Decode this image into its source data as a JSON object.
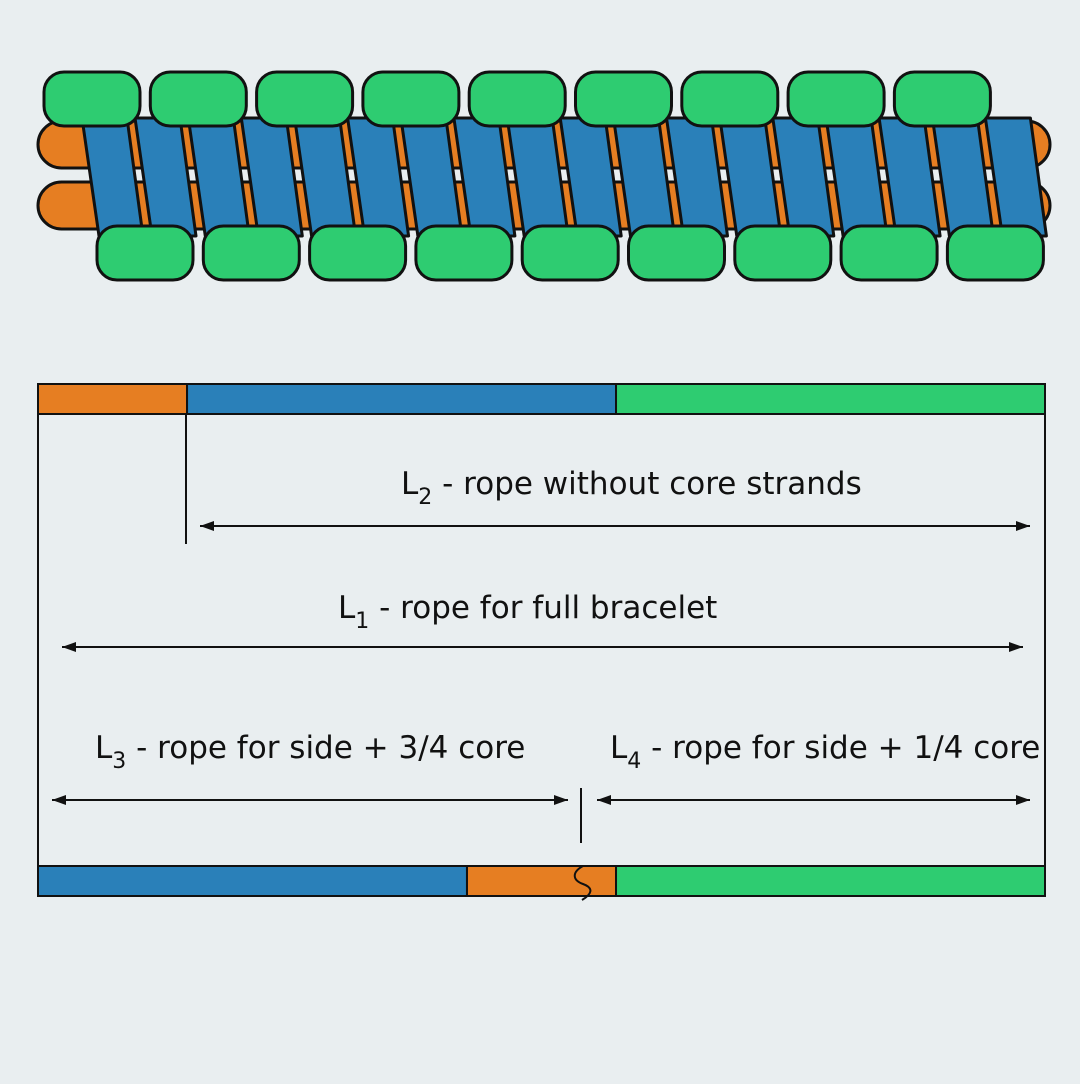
{
  "colors": {
    "background": "#e9eef0",
    "core": "#e67e22",
    "wrap": "#2a80b9",
    "loop": "#2ecc71",
    "outline": "#111111"
  },
  "weave": {
    "top_loops": 9,
    "bottom_loops": 9,
    "core_strands": 2
  },
  "labels": {
    "l2": {
      "letter": "L",
      "sub": "2",
      "text": " - rope without core strands"
    },
    "l1": {
      "letter": "L",
      "sub": "1",
      "text": " - rope for full bracelet"
    },
    "l3": {
      "letter": "L",
      "sub": "3",
      "text": " - rope for side + 3/4 core"
    },
    "l4": {
      "letter": "L",
      "sub": "4",
      "text": " - rope for side + 1/4 core"
    }
  },
  "top_bar": [
    {
      "name": "core",
      "fraction": 0.148
    },
    {
      "name": "wrap",
      "fraction": 0.426
    },
    {
      "name": "loop",
      "fraction": 0.426
    }
  ],
  "bottom_bar": [
    {
      "name": "wrap",
      "fraction": 0.426
    },
    {
      "name": "core",
      "fraction": 0.148
    },
    {
      "name": "loop",
      "fraction": 0.426
    }
  ]
}
